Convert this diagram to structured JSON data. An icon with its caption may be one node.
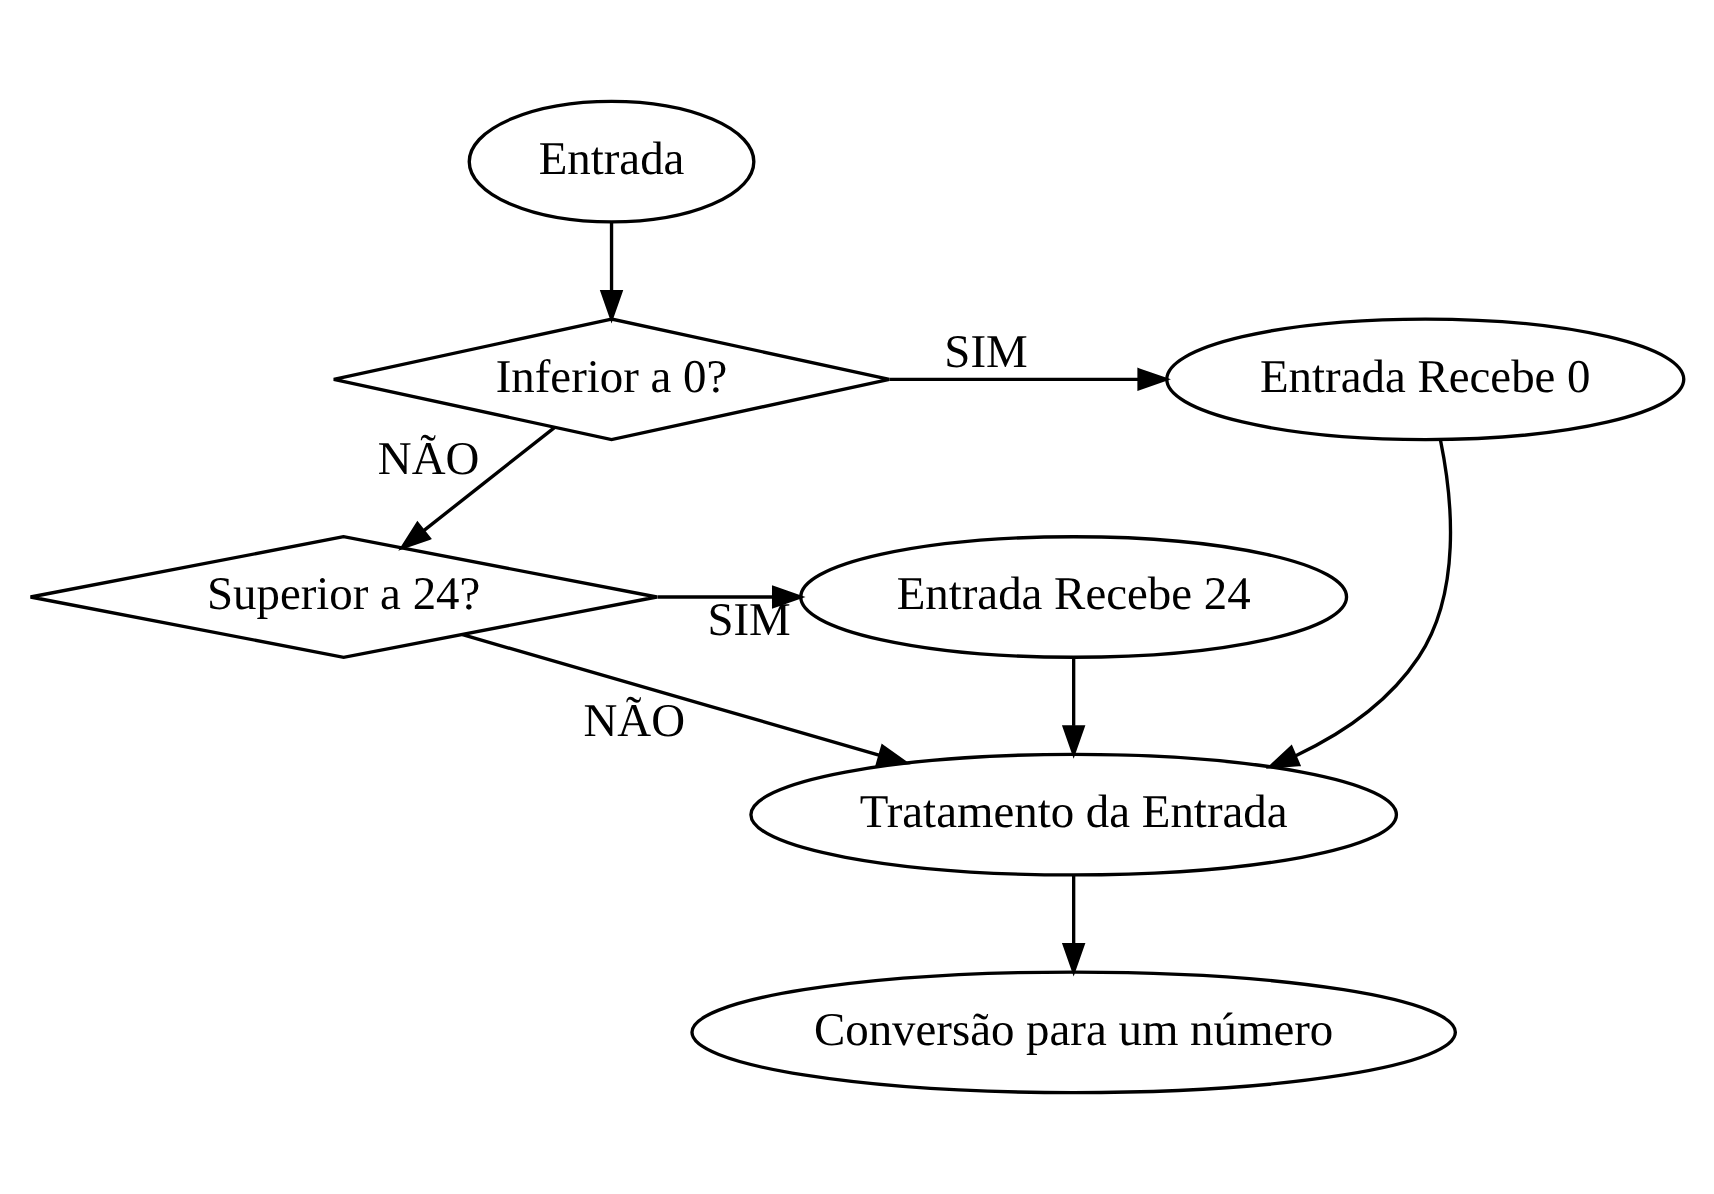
{
  "diagram": {
    "nodes": [
      {
        "text": [
          "Entrada"
        ]
      },
      {
        "text": [
          "Inferior a 0?"
        ]
      },
      {
        "text": [
          "Entrada Recebe 0"
        ]
      },
      {
        "text": [
          "Superior a 24?"
        ]
      },
      {
        "text": [
          "Entrada Recebe 24"
        ]
      },
      {
        "text": [
          "Tratamento da Entrada"
        ]
      },
      {
        "text": [
          "Conversão para um número"
        ]
      }
    ],
    "edges": [
      {
        "from": 0,
        "to": 1,
        "arrow": "to"
      },
      {
        "from": 1,
        "to": 2,
        "arrow": "to",
        "label": "SIM"
      },
      {
        "from": 1,
        "to": 3,
        "arrow": "to",
        "label": "NÃO"
      },
      {
        "from": 3,
        "to": 4,
        "arrow": "to",
        "label": "SIM"
      },
      {
        "from": 2,
        "to": 5,
        "arrow": "to"
      },
      {
        "from": 3,
        "to": 5,
        "arrow": "to",
        "label": "NÃO"
      },
      {
        "from": 4,
        "to": 5,
        "arrow": "to"
      },
      {
        "from": 5,
        "to": 6,
        "arrow": "to"
      }
    ]
  }
}
